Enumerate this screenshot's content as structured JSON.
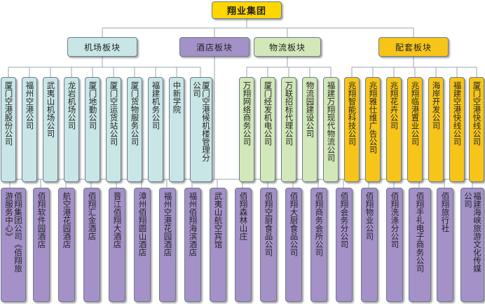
{
  "root": {
    "label": "翔业集团",
    "color": "#ffd700"
  },
  "departments": [
    {
      "label": "机场板块",
      "color": "#c9e6e6",
      "units": [
        "厦门空港股份公司",
        "福州空港公司",
        "武夷山机场公司",
        "龙岩机场公司",
        "厦门地勤公司",
        "厦门空运货站公司",
        "厦门货物服务公司",
        "福建机务公司",
        "中新学院",
        "厦门空港候机楼管理分公司"
      ]
    },
    {
      "label": "酒店板块",
      "color": "#a491c8",
      "units": [
        "佰翔集团公司",
        "《佰翔旅游服务中心》",
        "佰翔软件园酒店",
        "航空港花园酒店",
        "佰翔汇金酒店",
        "晋江佰翔大酒店",
        "漳州佰翔圆山酒店",
        "福州空港花园酒店",
        "福州佰翔海滨酒店",
        "武夷山航空宾馆",
        "佰翔森林山庄",
        "佰翔空厨食品公司",
        "佰翔大厨食品公司",
        "佰翔商务会所公司",
        "佰翔会务分公司",
        "佰翔物业公司",
        "佰翔洗涤分公司",
        "佰翔手礼电子商务公司",
        "佰翔旅行社",
        "福建海峡旅游文化传媒公司"
      ]
    },
    {
      "label": "物流板块",
      "color": "#d2e8b8",
      "units": [
        "万翔网络商务公司",
        "厦门经发机电公司",
        "万联招标代理公司",
        "物流园建设公司",
        "福建万翔现代物流公司"
      ]
    },
    {
      "label": "配套板块",
      "color": "#f7c51a",
      "units": [
        "兆翔智能科技公司",
        "兆翔雅仕维广告公司",
        "兆翔花卉公司",
        "兆翔临港置业公司",
        "海岸开发公司",
        "福建空港快线公司",
        "厦门空港快线公司"
      ]
    }
  ]
}
